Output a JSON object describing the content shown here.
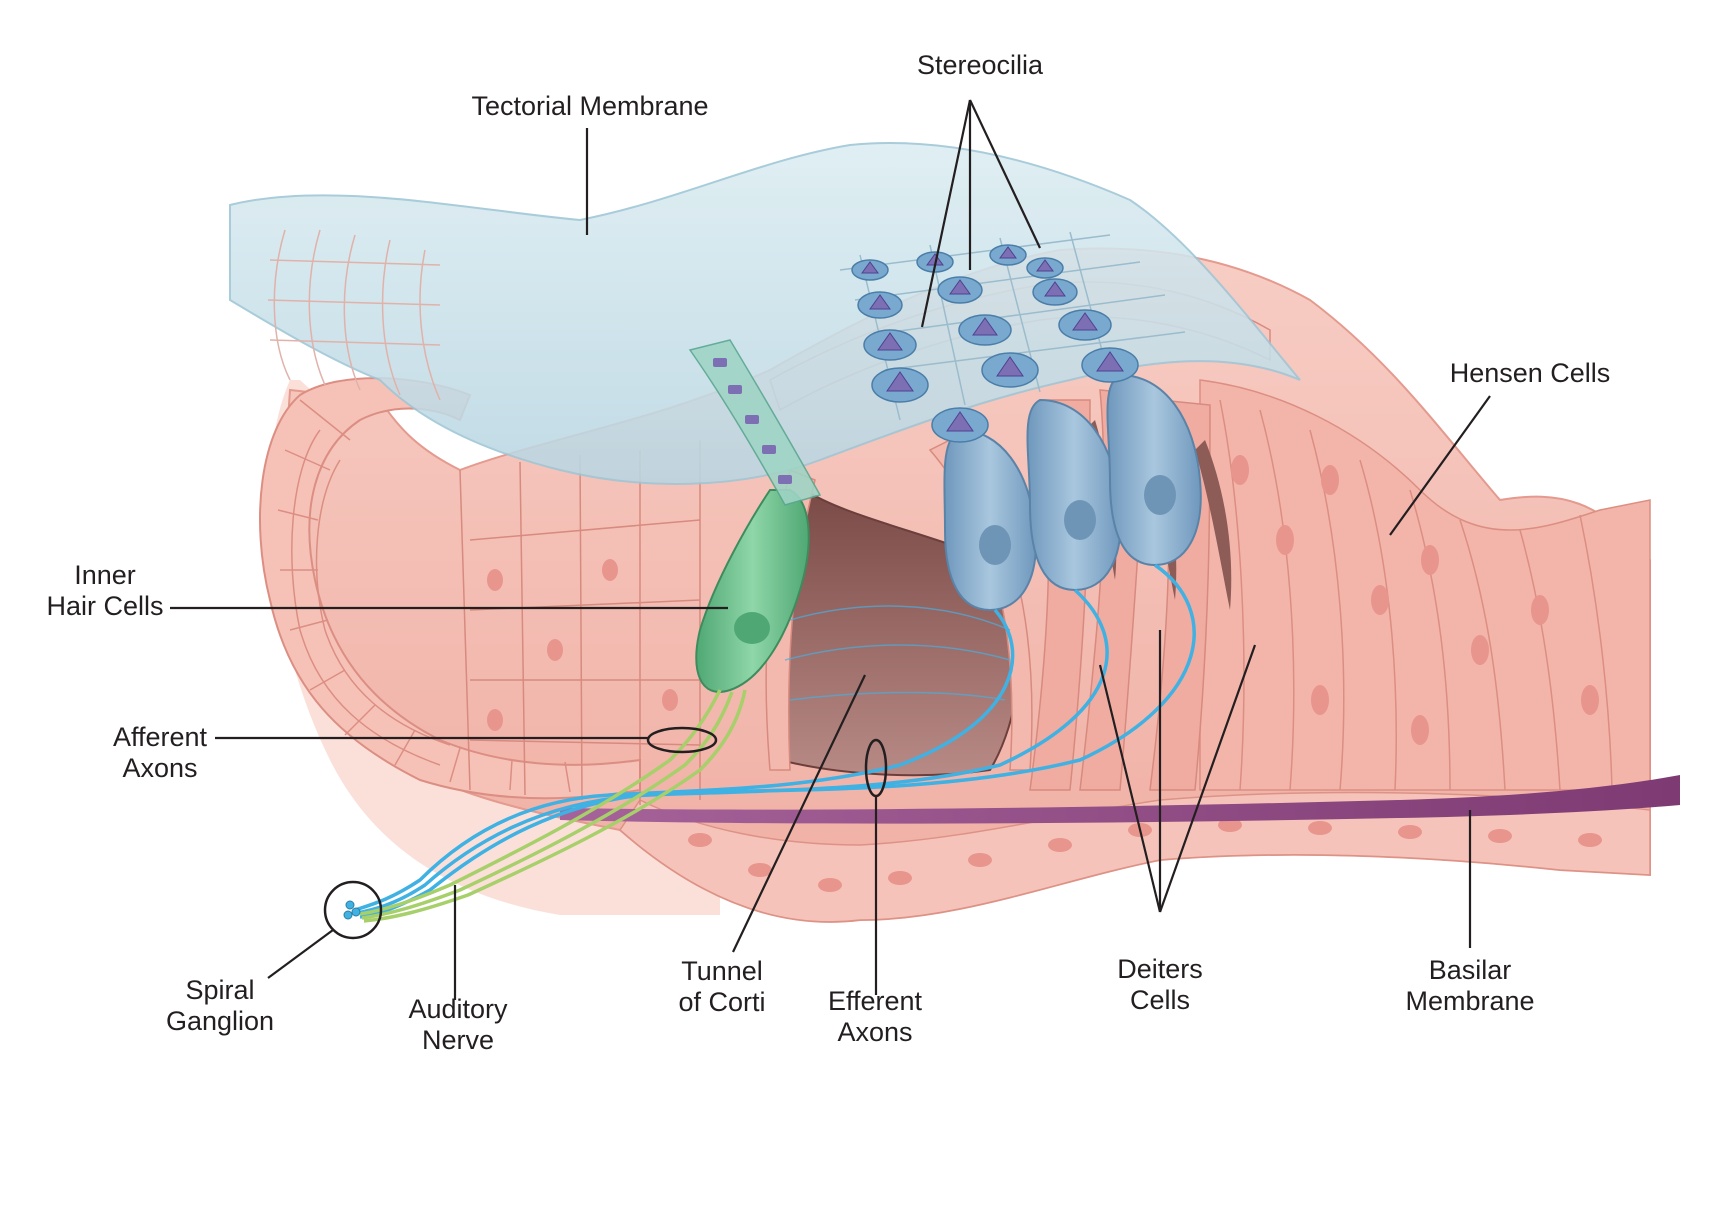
{
  "labels": {
    "stereocilia": "Stereocilia",
    "tectorial_membrane": "Tectorial Membrane",
    "hensen_cells": "Hensen Cells",
    "inner_hair_cells": [
      "Inner",
      "Hair Cells"
    ],
    "afferent_axons": [
      "Afferent",
      "Axons"
    ],
    "spiral_ganglion": [
      "Spiral",
      "Ganglion"
    ],
    "auditory_nerve": [
      "Auditory",
      "Nerve"
    ],
    "tunnel_of_corti": [
      "Tunnel",
      "of Corti"
    ],
    "efferent_axons": [
      "Efferent",
      "Axons"
    ],
    "deiters_cells": [
      "Deiters",
      "Cells"
    ],
    "basilar_membrane": [
      "Basilar",
      "Membrane"
    ]
  },
  "colors": {
    "tissue_pink": "#f3b7ad",
    "tissue_light": "#f8d3cb",
    "tissue_line": "#e09b90",
    "nucleus": "#e79a92",
    "tunnel_dark": "#8e5e5a",
    "tectorial": "#cfe6ee",
    "outer_hair_cell": "#8fb3d0",
    "inner_hair_cell": "#6fbf8f",
    "afferent_nerve": "#a7cf6a",
    "efferent_nerve": "#3fb1e3",
    "basilar": "#9a4f8a",
    "stereocilia": "#7d6fb3",
    "leader_line": "#231f20"
  }
}
